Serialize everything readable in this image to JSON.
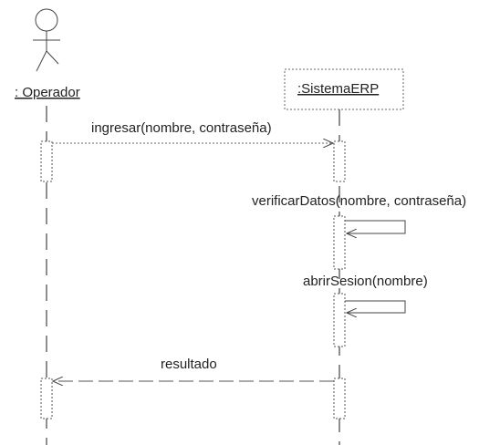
{
  "actors": {
    "operator": {
      "label": ": Operador"
    },
    "system": {
      "label": ":SistemaERP"
    }
  },
  "messages": {
    "ingresar": "ingresar(nombre, contraseña)",
    "verificar": "verificarDatos(nombre, contraseña)",
    "abrir": "abrirSesion(nombre)",
    "resultado": "resultado"
  },
  "colors": {
    "line": "#333333",
    "box": "#555555"
  }
}
